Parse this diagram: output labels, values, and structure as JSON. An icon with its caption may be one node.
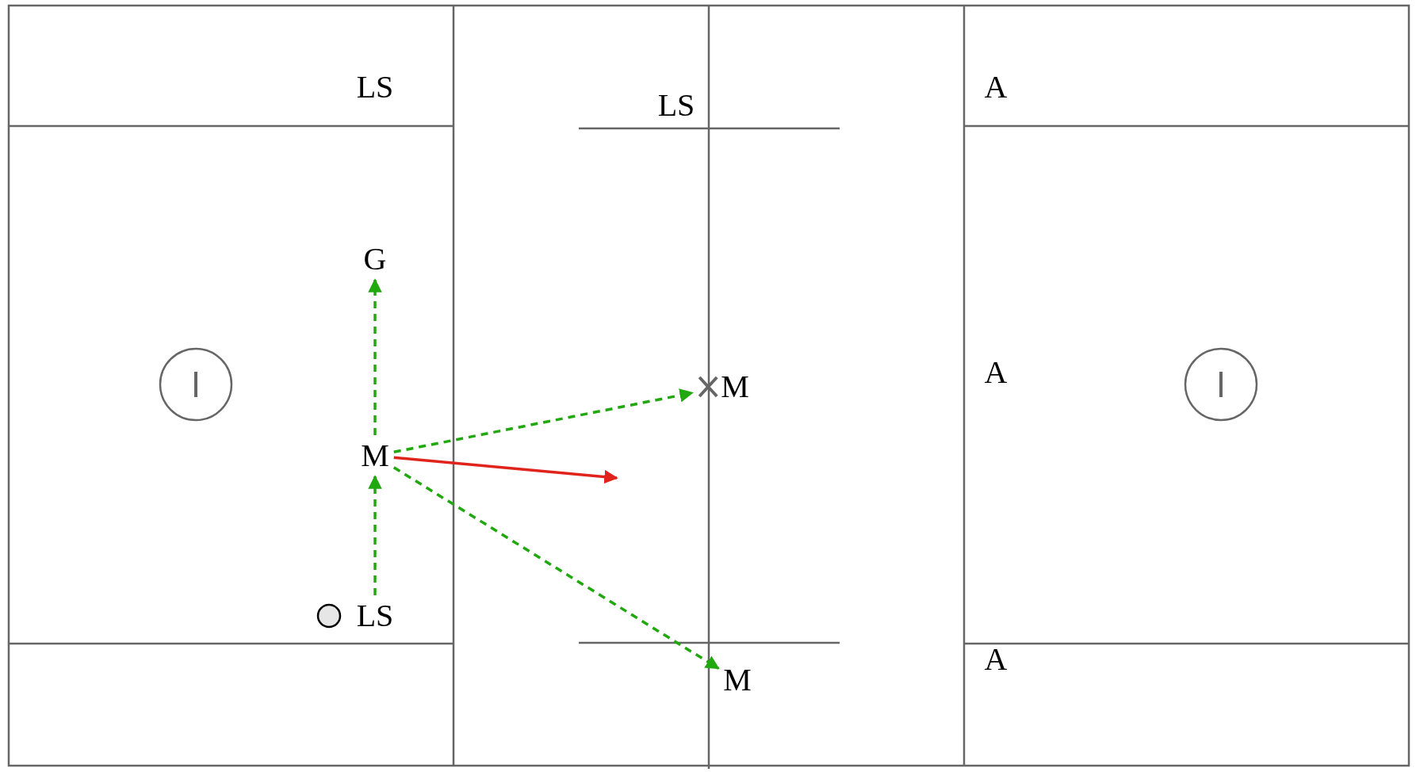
{
  "diagram": {
    "nodes": [
      {
        "text": [
          "LS"
        ]
      },
      {
        "text": [
          "A"
        ]
      },
      {
        "text": [
          "LS"
        ]
      },
      {
        "text": [
          "G"
        ]
      },
      {
        "text": [
          "A"
        ]
      },
      {
        "text": [
          "M"
        ]
      },
      {
        "text": [
          "M"
        ]
      },
      {
        "text": [
          "LS"
        ]
      },
      {
        "text": [
          "A"
        ]
      },
      {
        "text": [
          "M"
        ]
      }
    ],
    "edges": [
      {
        "from": 7,
        "to": 6,
        "arrow": "to",
        "style": "dashed"
      },
      {
        "from": 6,
        "to": 3,
        "arrow": "to",
        "style": "dashed"
      },
      {
        "from": 6,
        "to": 5,
        "arrow": "to",
        "style": "dashed"
      },
      {
        "from": 6,
        "to": null,
        "arrow": "to",
        "color": "#e0231b"
      },
      {
        "from": 6,
        "to": 9,
        "arrow": "to",
        "style": "dashed"
      }
    ]
  }
}
